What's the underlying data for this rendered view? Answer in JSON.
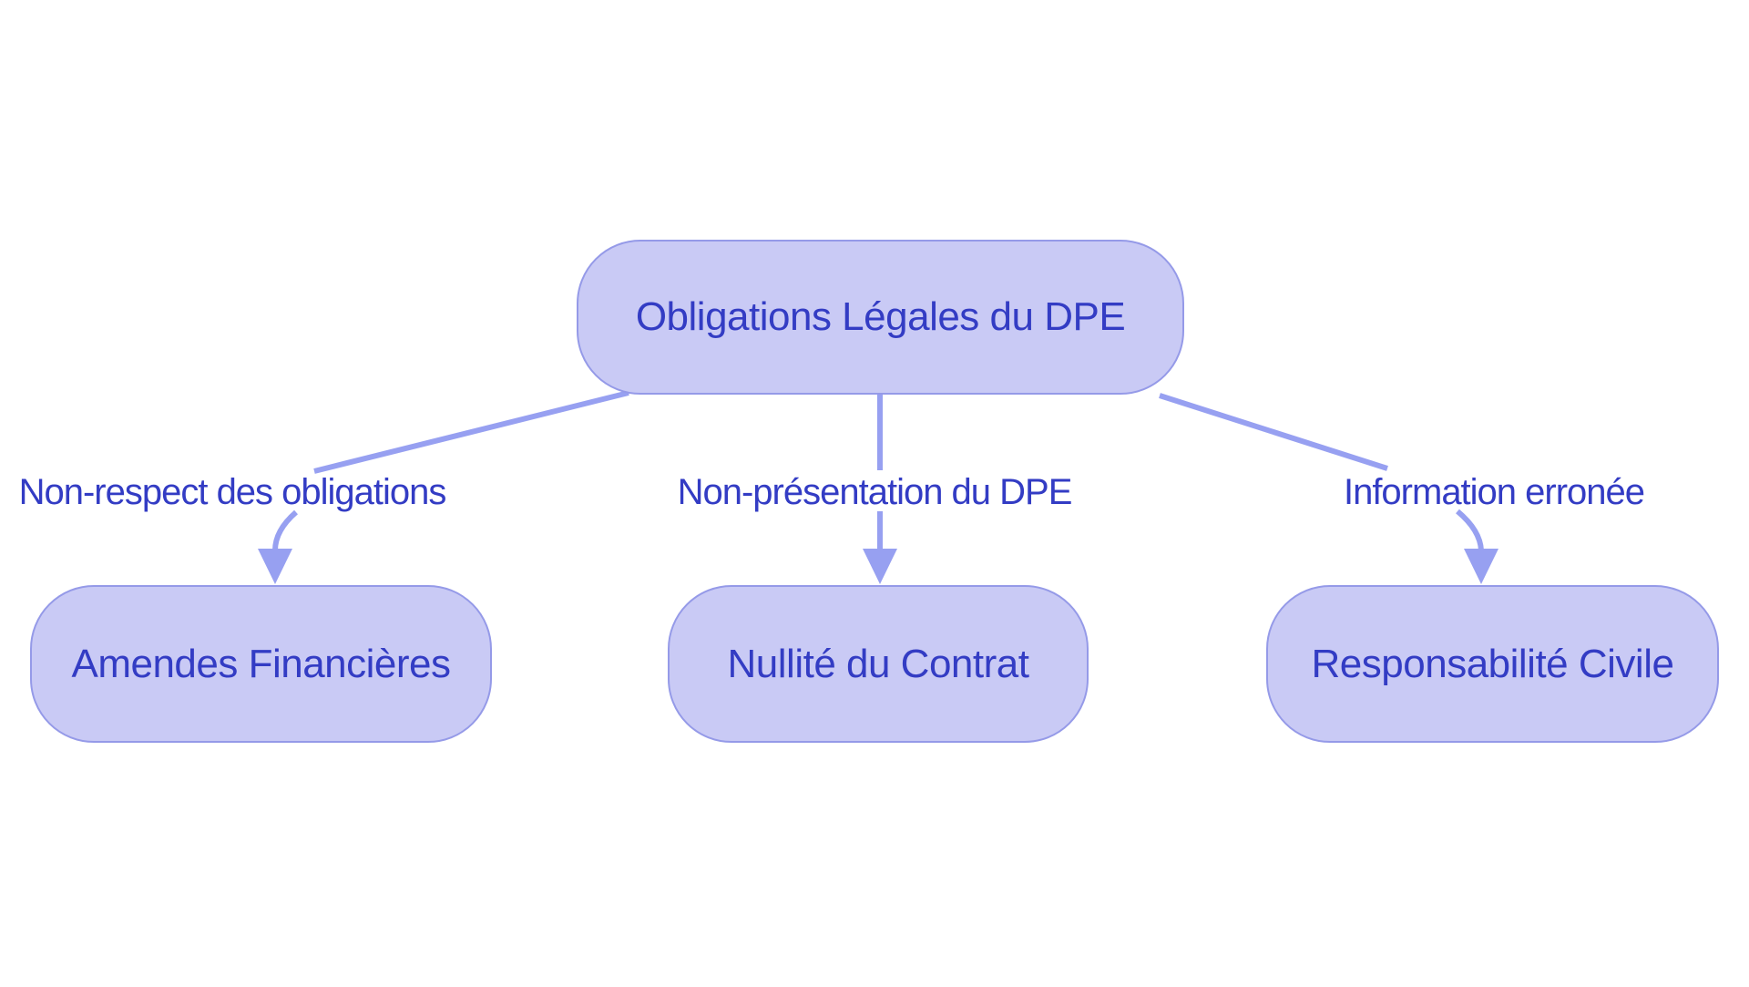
{
  "diagram": {
    "type": "flowchart-top-down",
    "root": {
      "label": "Obligations Légales du DPE"
    },
    "branches": [
      {
        "edge_label": "Non-respect des obligations",
        "node_label": "Amendes Financières"
      },
      {
        "edge_label": "Non-présentation du DPE",
        "node_label": "Nullité du Contrat"
      },
      {
        "edge_label": "Information erronée",
        "node_label": "Responsabilité Civile"
      }
    ]
  },
  "icons": [
    {
      "name": "arrowhead-down-icon",
      "meaning": "edge arrow pointing to child node"
    }
  ],
  "colors": {
    "background": "#ffffff",
    "node_fill": "#c9caf5",
    "node_border": "#959ae8",
    "edge": "#97a0f1",
    "text": "#333cc4"
  }
}
